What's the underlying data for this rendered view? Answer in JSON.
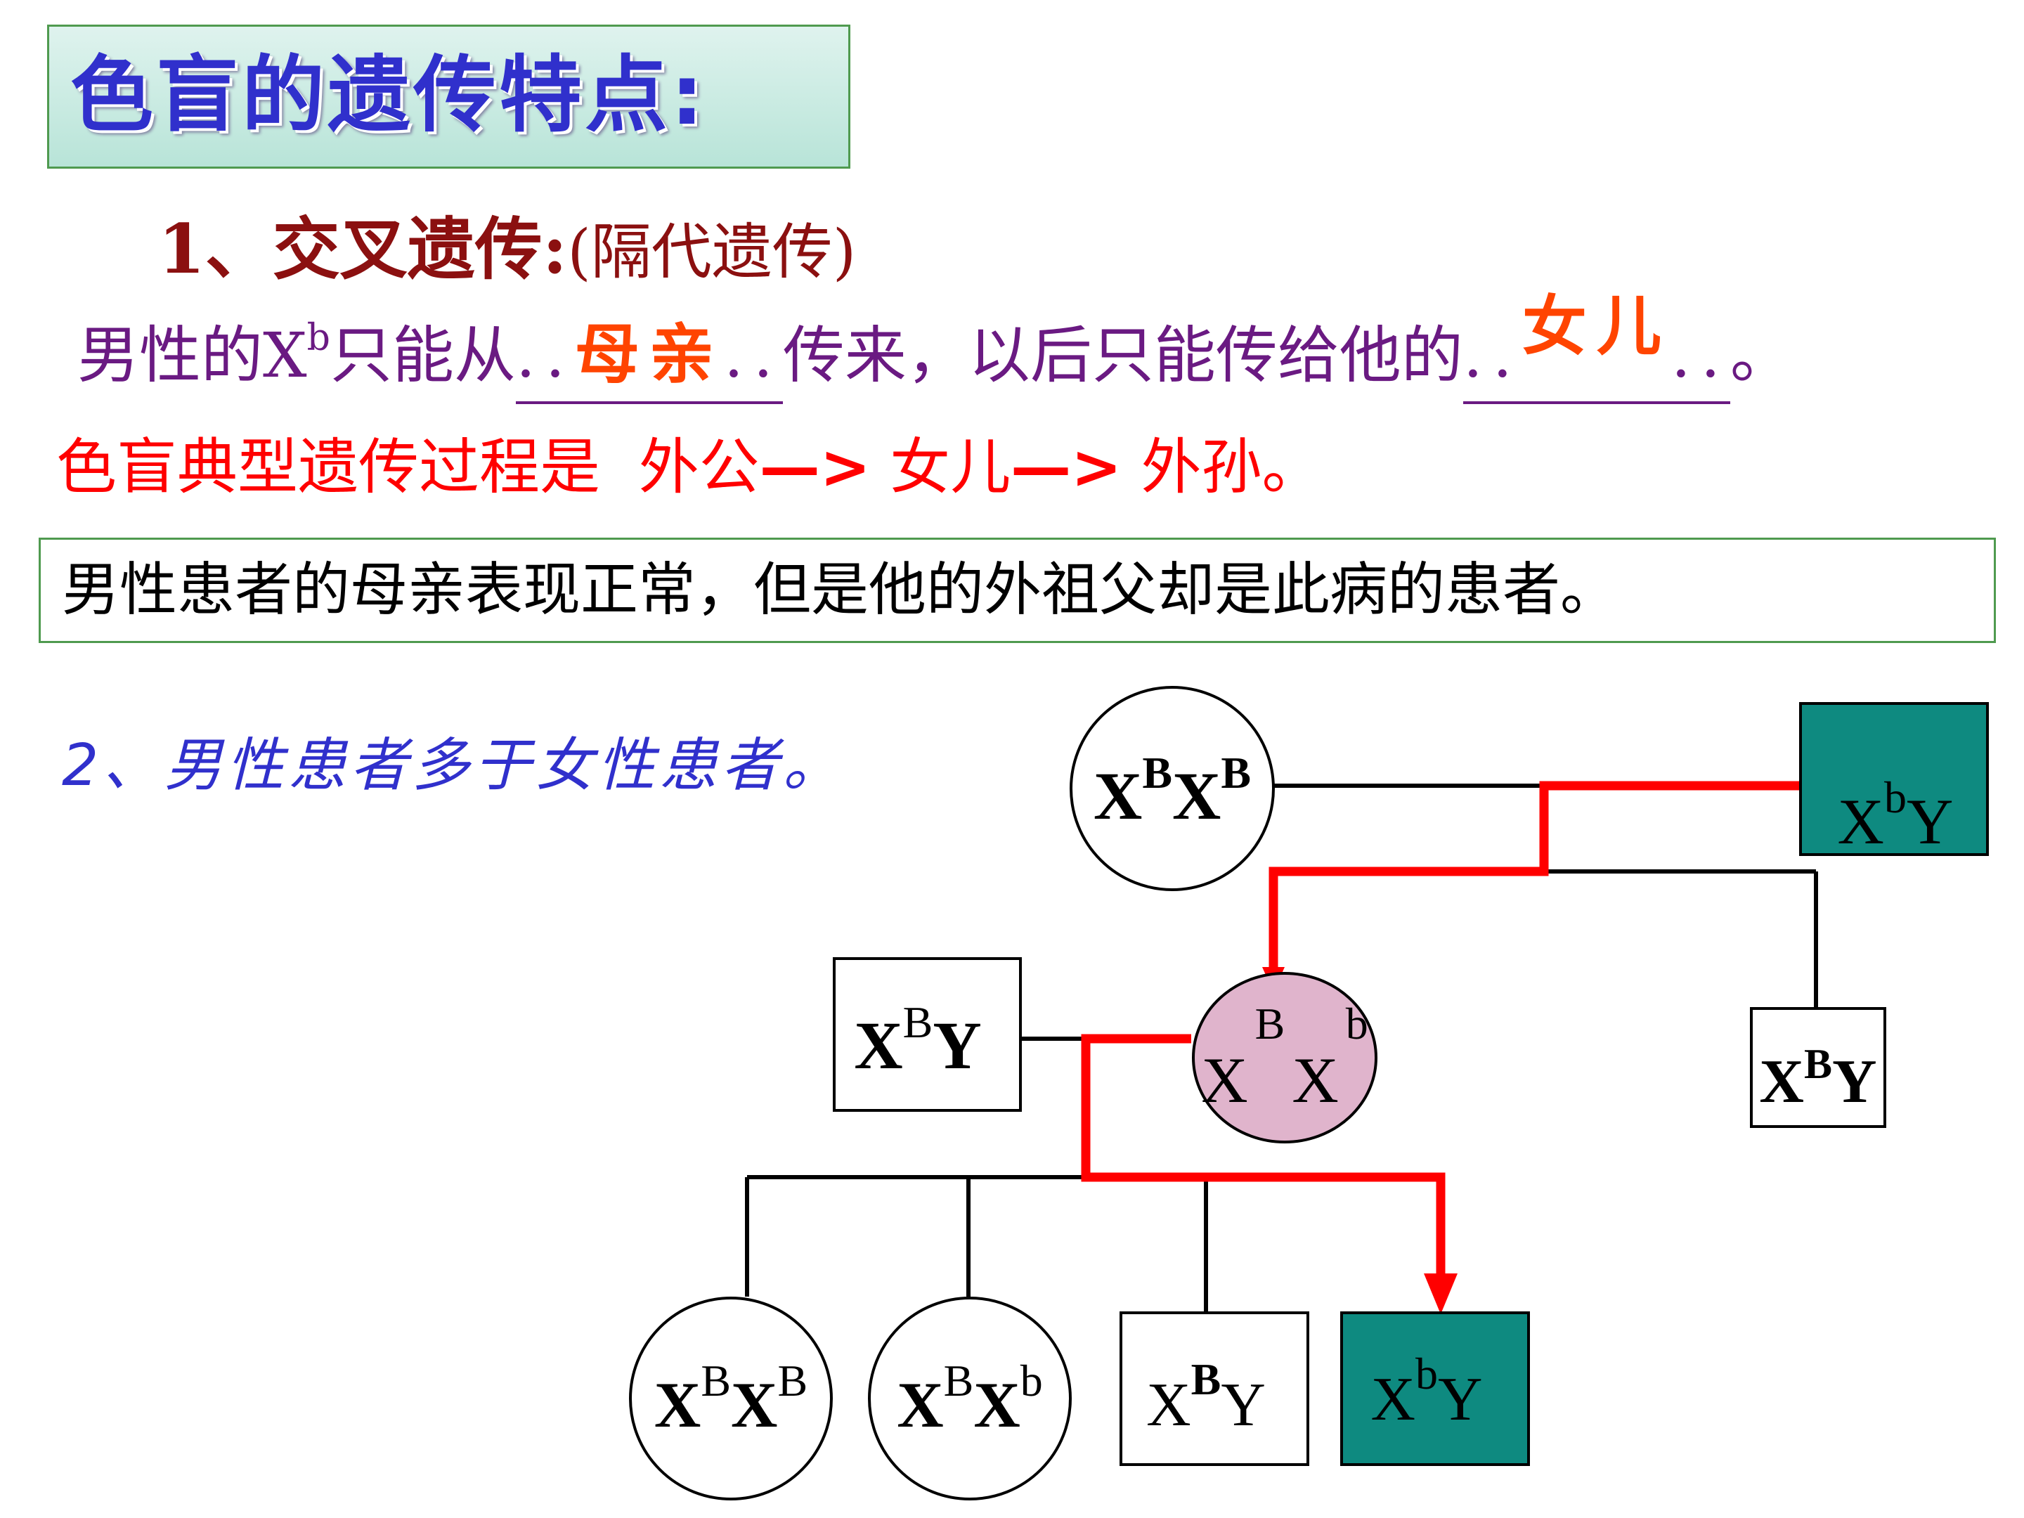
{
  "title": "色盲的遗传特点:",
  "section1": {
    "heading": "1、交叉遗传:",
    "heading_paren": "(隔代遗传)",
    "sentence_prefix": "男性的X",
    "sentence_sup": "b",
    "sentence_mid1": "只能从",
    "blank1_answer": "母亲",
    "sentence_mid2": "传来，以后只能传给他的",
    "blank2_answer": "女儿",
    "sentence_end": "。",
    "typical_prefix": "色盲典型遗传过程是",
    "typical_step1": "外公",
    "typical_arrow": "—>",
    "typical_step2": "女儿",
    "typical_step3": "外孙。"
  },
  "note": "男性患者的母亲表现正常，但是他的外祖父却是此病的患者。",
  "section2": "2、男性患者多于女性患者。",
  "colors": {
    "title_text": "#3030cc",
    "heading": "#8b1010",
    "sentence": "#6a1a82",
    "answer": "#ff4400",
    "typical": "#ff0000",
    "affected_male_fill": "#0e8a80",
    "carrier_female_fill": "#e0b4cc",
    "inheritance_path": "#ff0000"
  },
  "pedigree": {
    "gen1": {
      "female": {
        "base1": "X",
        "sup1": "B",
        "base2": "X",
        "sup2": "B",
        "affected": false
      },
      "male": {
        "base1": "X",
        "sup1": "b",
        "base2": "Y",
        "affected": true
      }
    },
    "gen2": {
      "husband": {
        "base1": "X",
        "sup1": "B",
        "base2": "Y",
        "affected": false
      },
      "daughter": {
        "base1": "X",
        "sup1": "B",
        "base2": "X",
        "sup2": "b",
        "carrier": true
      },
      "son": {
        "base1": "X",
        "sup1": "B",
        "base2": "Y",
        "affected": false
      }
    },
    "gen3": [
      {
        "sex": "female",
        "base1": "X",
        "sup1": "B",
        "base2": "X",
        "sup2": "B",
        "affected": false
      },
      {
        "sex": "female",
        "base1": "X",
        "sup1": "B",
        "base2": "X",
        "sup2": "b",
        "affected": false
      },
      {
        "sex": "male",
        "base1": "X",
        "sup1": "B",
        "base2": "Y",
        "affected": false
      },
      {
        "sex": "male",
        "base1": "X",
        "sup1": "b",
        "base2": "Y",
        "affected": true
      }
    ]
  }
}
